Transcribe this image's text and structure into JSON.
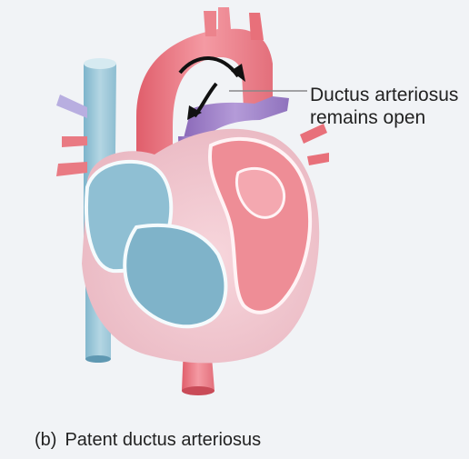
{
  "callout": {
    "line1": "Ductus arteriosus",
    "line2": "remains open"
  },
  "caption": {
    "prefix": "(b)",
    "text": "Patent ductus arteriosus"
  },
  "colors": {
    "background": "#f1f3f6",
    "aorta_red": "#e8707a",
    "aorta_light": "#f3a4ab",
    "vena_blue": "#9ec6d6",
    "vena_dark": "#6fa6bf",
    "ductus_purple": "#9a7cc4",
    "arrow": "#111111"
  }
}
